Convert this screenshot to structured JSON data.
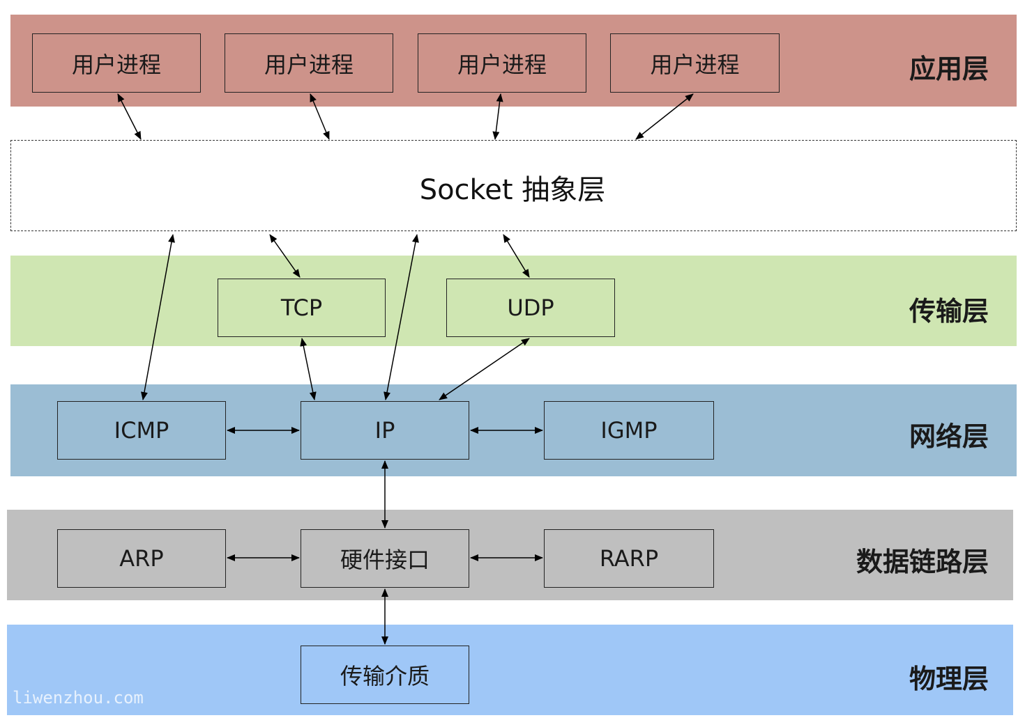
{
  "colors": {
    "application": "#cd938a",
    "transport": "#cfe6b2",
    "network": "#9bbdd4",
    "datalink": "#bfbfbf",
    "physical": "#9fc7f7",
    "box_border": "#222222",
    "arrow": "#000000"
  },
  "layers": {
    "application": "应用层",
    "transport": "传输层",
    "network": "网络层",
    "datalink": "数据链路层",
    "physical": "物理层"
  },
  "socket": {
    "label": "Socket 抽象层"
  },
  "boxes": {
    "user_process_1": "用户进程",
    "user_process_2": "用户进程",
    "user_process_3": "用户进程",
    "user_process_4": "用户进程",
    "tcp": "TCP",
    "udp": "UDP",
    "icmp": "ICMP",
    "ip": "IP",
    "igmp": "IGMP",
    "arp": "ARP",
    "hw_interface": "硬件接口",
    "rarp": "RARP",
    "medium": "传输介质"
  },
  "watermark": "liwenzhou.com"
}
